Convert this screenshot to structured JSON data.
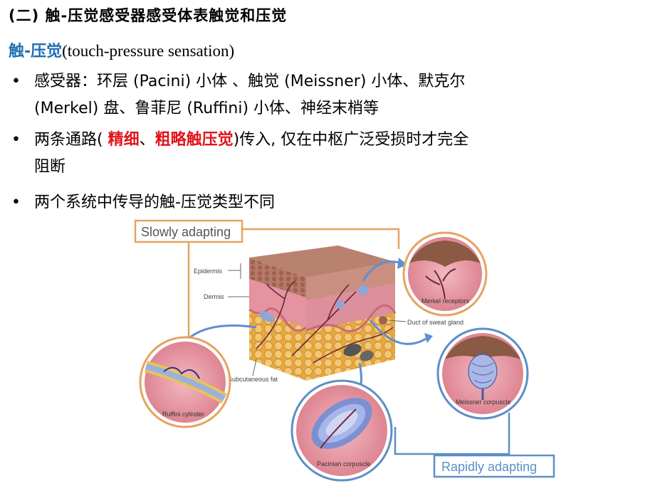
{
  "title": "(二) 触-压觉感受器感受体表触觉和压觉",
  "subtitle": {
    "keyword": "触-压觉",
    "english": "(touch-pressure sensation)"
  },
  "bullets": [
    {
      "line1": "感受器：环层 (Pacini) 小体 、触觉 (Meissner) 小体、默克尔",
      "line2": "(Merkel) 盘、鲁菲尼 (Ruffini) 小体、神经末梢等"
    },
    {
      "pre": "两条通路( ",
      "red1": "精细",
      "mid": "、",
      "red2": "粗略触压觉",
      "post": ")传入, 仅在中枢广泛受损时才完全",
      "line2": "阻断"
    },
    {
      "line1": "两个系统中传导的触-压觉类型不同"
    }
  ],
  "figure": {
    "slowly_adapting": "Slowly adapting",
    "rapidly_adapting": "Rapidly adapting",
    "epidermis": "Epidermis",
    "dermis": "Dermis",
    "subcutaneous_fat": "Subcutaneous fat",
    "duct": "Duct of sweat gland",
    "merkel": "Merkel receptors",
    "meissner": "Meissner corpuscle",
    "ruffini": "Ruffini cylinder",
    "pacinian": "Pacinian corpuscle",
    "colors": {
      "frame_orange": "#e8a25f",
      "frame_blue": "#5b8fc7",
      "skin_pink": "#d88a95",
      "fat_yellow": "#e9b04a"
    }
  }
}
